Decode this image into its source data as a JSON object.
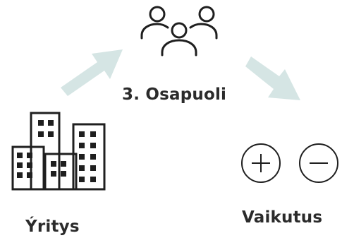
{
  "diagram": {
    "center_label": "3. Osapuoli",
    "left_label": "Ýritys",
    "right_label": "Vaikutus"
  },
  "colors": {
    "arrow": "#d5e5e4",
    "stroke": "#1f1f1f",
    "text": "#2b2b2b"
  },
  "icons": {
    "center": "people-group-icon",
    "left": "office-buildings-icon",
    "right": "plus-minus-icon"
  }
}
